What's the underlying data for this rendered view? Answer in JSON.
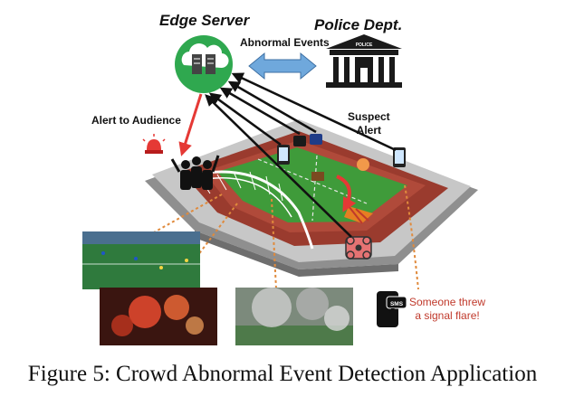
{
  "labels": {
    "edge_server": "Edge Server",
    "police_dept": "Police Dept.",
    "police_sign": "POLICE",
    "abnormal_events": "Abnormal Events",
    "alert_to_audience": "Alert to Audience",
    "suspect_alert": "Suspect\nAlert",
    "sms_badge": "SMS",
    "sms_message": "Someone threw\na signal flare!"
  },
  "caption": "Figure 5: Crowd Abnormal Event Detection Application",
  "colors": {
    "server_green": "#2fa84f",
    "arrow_blue": "#6fa8dc",
    "alert_red": "#e53935",
    "pitch_green": "#3f9b3a",
    "orange_dots": "#e08a3c",
    "message_red": "#c0392b"
  },
  "icons": [
    "cloud-server-icon",
    "police-station-icon",
    "siren-icon",
    "crowd-cheering-icon",
    "drone-icon",
    "sms-phone-icon",
    "smartphone-icon",
    "camera-icon"
  ]
}
